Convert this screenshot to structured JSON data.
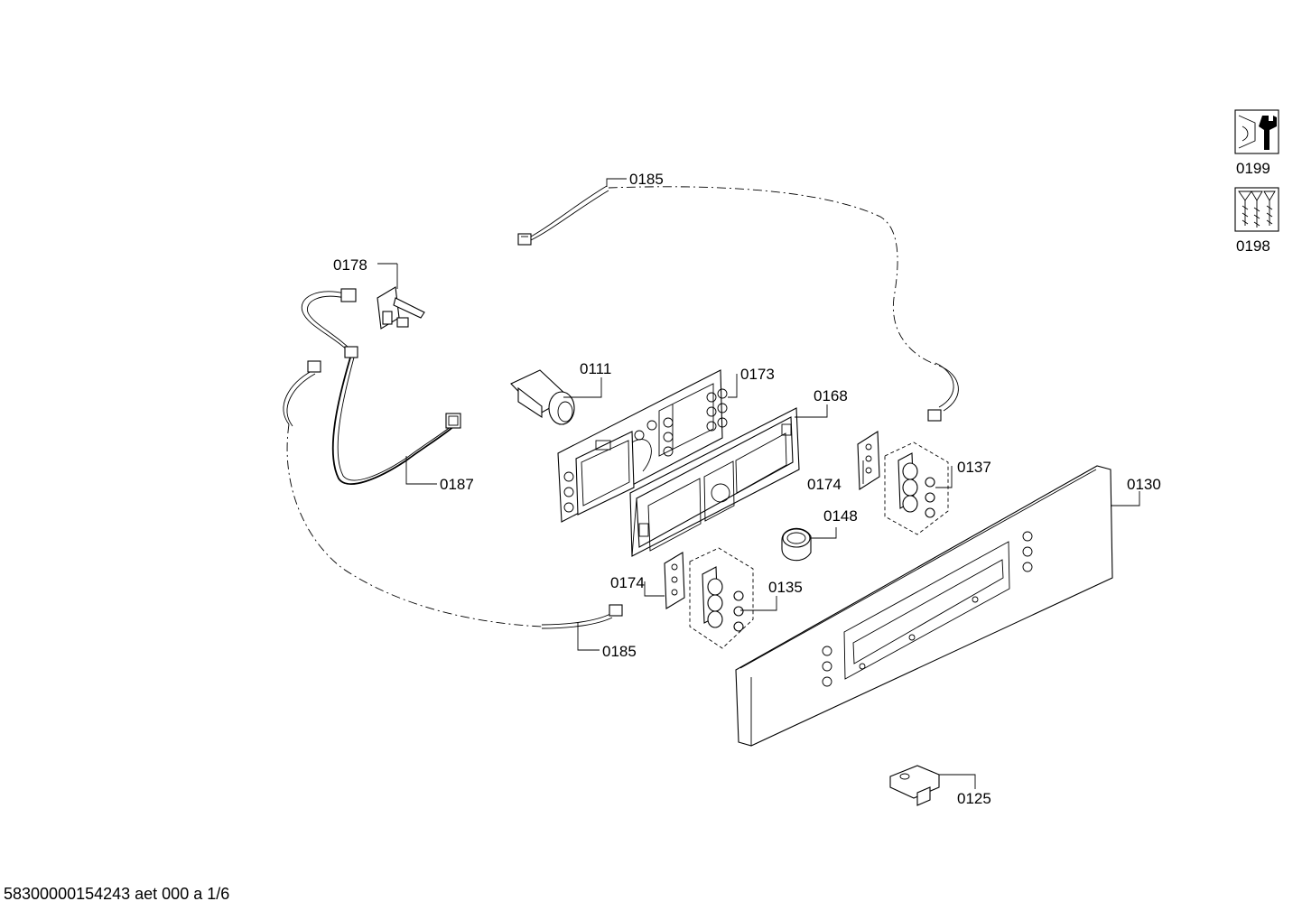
{
  "footer": {
    "document_code": "58300000154243 aet 000 a 1/6"
  },
  "tool_icons": [
    {
      "name": "tool-icon",
      "label": "0199"
    },
    {
      "name": "screws-icon",
      "label": "0198"
    }
  ],
  "callouts": [
    {
      "id": "0185-top",
      "label": "0185"
    },
    {
      "id": "0178",
      "label": "0178"
    },
    {
      "id": "0111",
      "label": "0111"
    },
    {
      "id": "0173",
      "label": "0173"
    },
    {
      "id": "0168",
      "label": "0168"
    },
    {
      "id": "0187",
      "label": "0187"
    },
    {
      "id": "0174-right",
      "label": "0174"
    },
    {
      "id": "0137",
      "label": "0137"
    },
    {
      "id": "0130",
      "label": "0130"
    },
    {
      "id": "0148",
      "label": "0148"
    },
    {
      "id": "0174-left",
      "label": "0174"
    },
    {
      "id": "0135",
      "label": "0135"
    },
    {
      "id": "0185-bottom",
      "label": "0185"
    },
    {
      "id": "0125",
      "label": "0125"
    }
  ]
}
